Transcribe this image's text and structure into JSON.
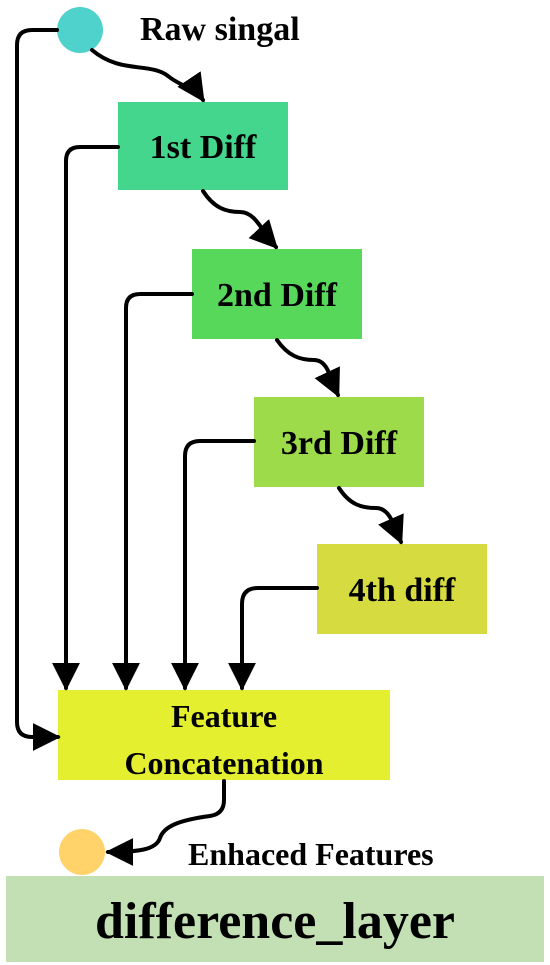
{
  "nodes": {
    "input": {
      "label": "Raw singal",
      "color": "#4fd1cc"
    },
    "diff1": {
      "label": "1st Diff",
      "color": "#45d68e"
    },
    "diff2": {
      "label": "2nd Diff",
      "color": "#58d85a"
    },
    "diff3": {
      "label": "3rd Diff",
      "color": "#9edb4a"
    },
    "diff4": {
      "label": "4th diff",
      "color": "#d6dc40"
    },
    "concat": {
      "line1": "Feature",
      "line2": "Concatenation",
      "color": "#e4ef2f"
    },
    "output": {
      "label": "Enhaced Features",
      "color": "#ffd26a"
    }
  },
  "footer": {
    "label": "difference_layer",
    "color": "#c3e0b5"
  }
}
